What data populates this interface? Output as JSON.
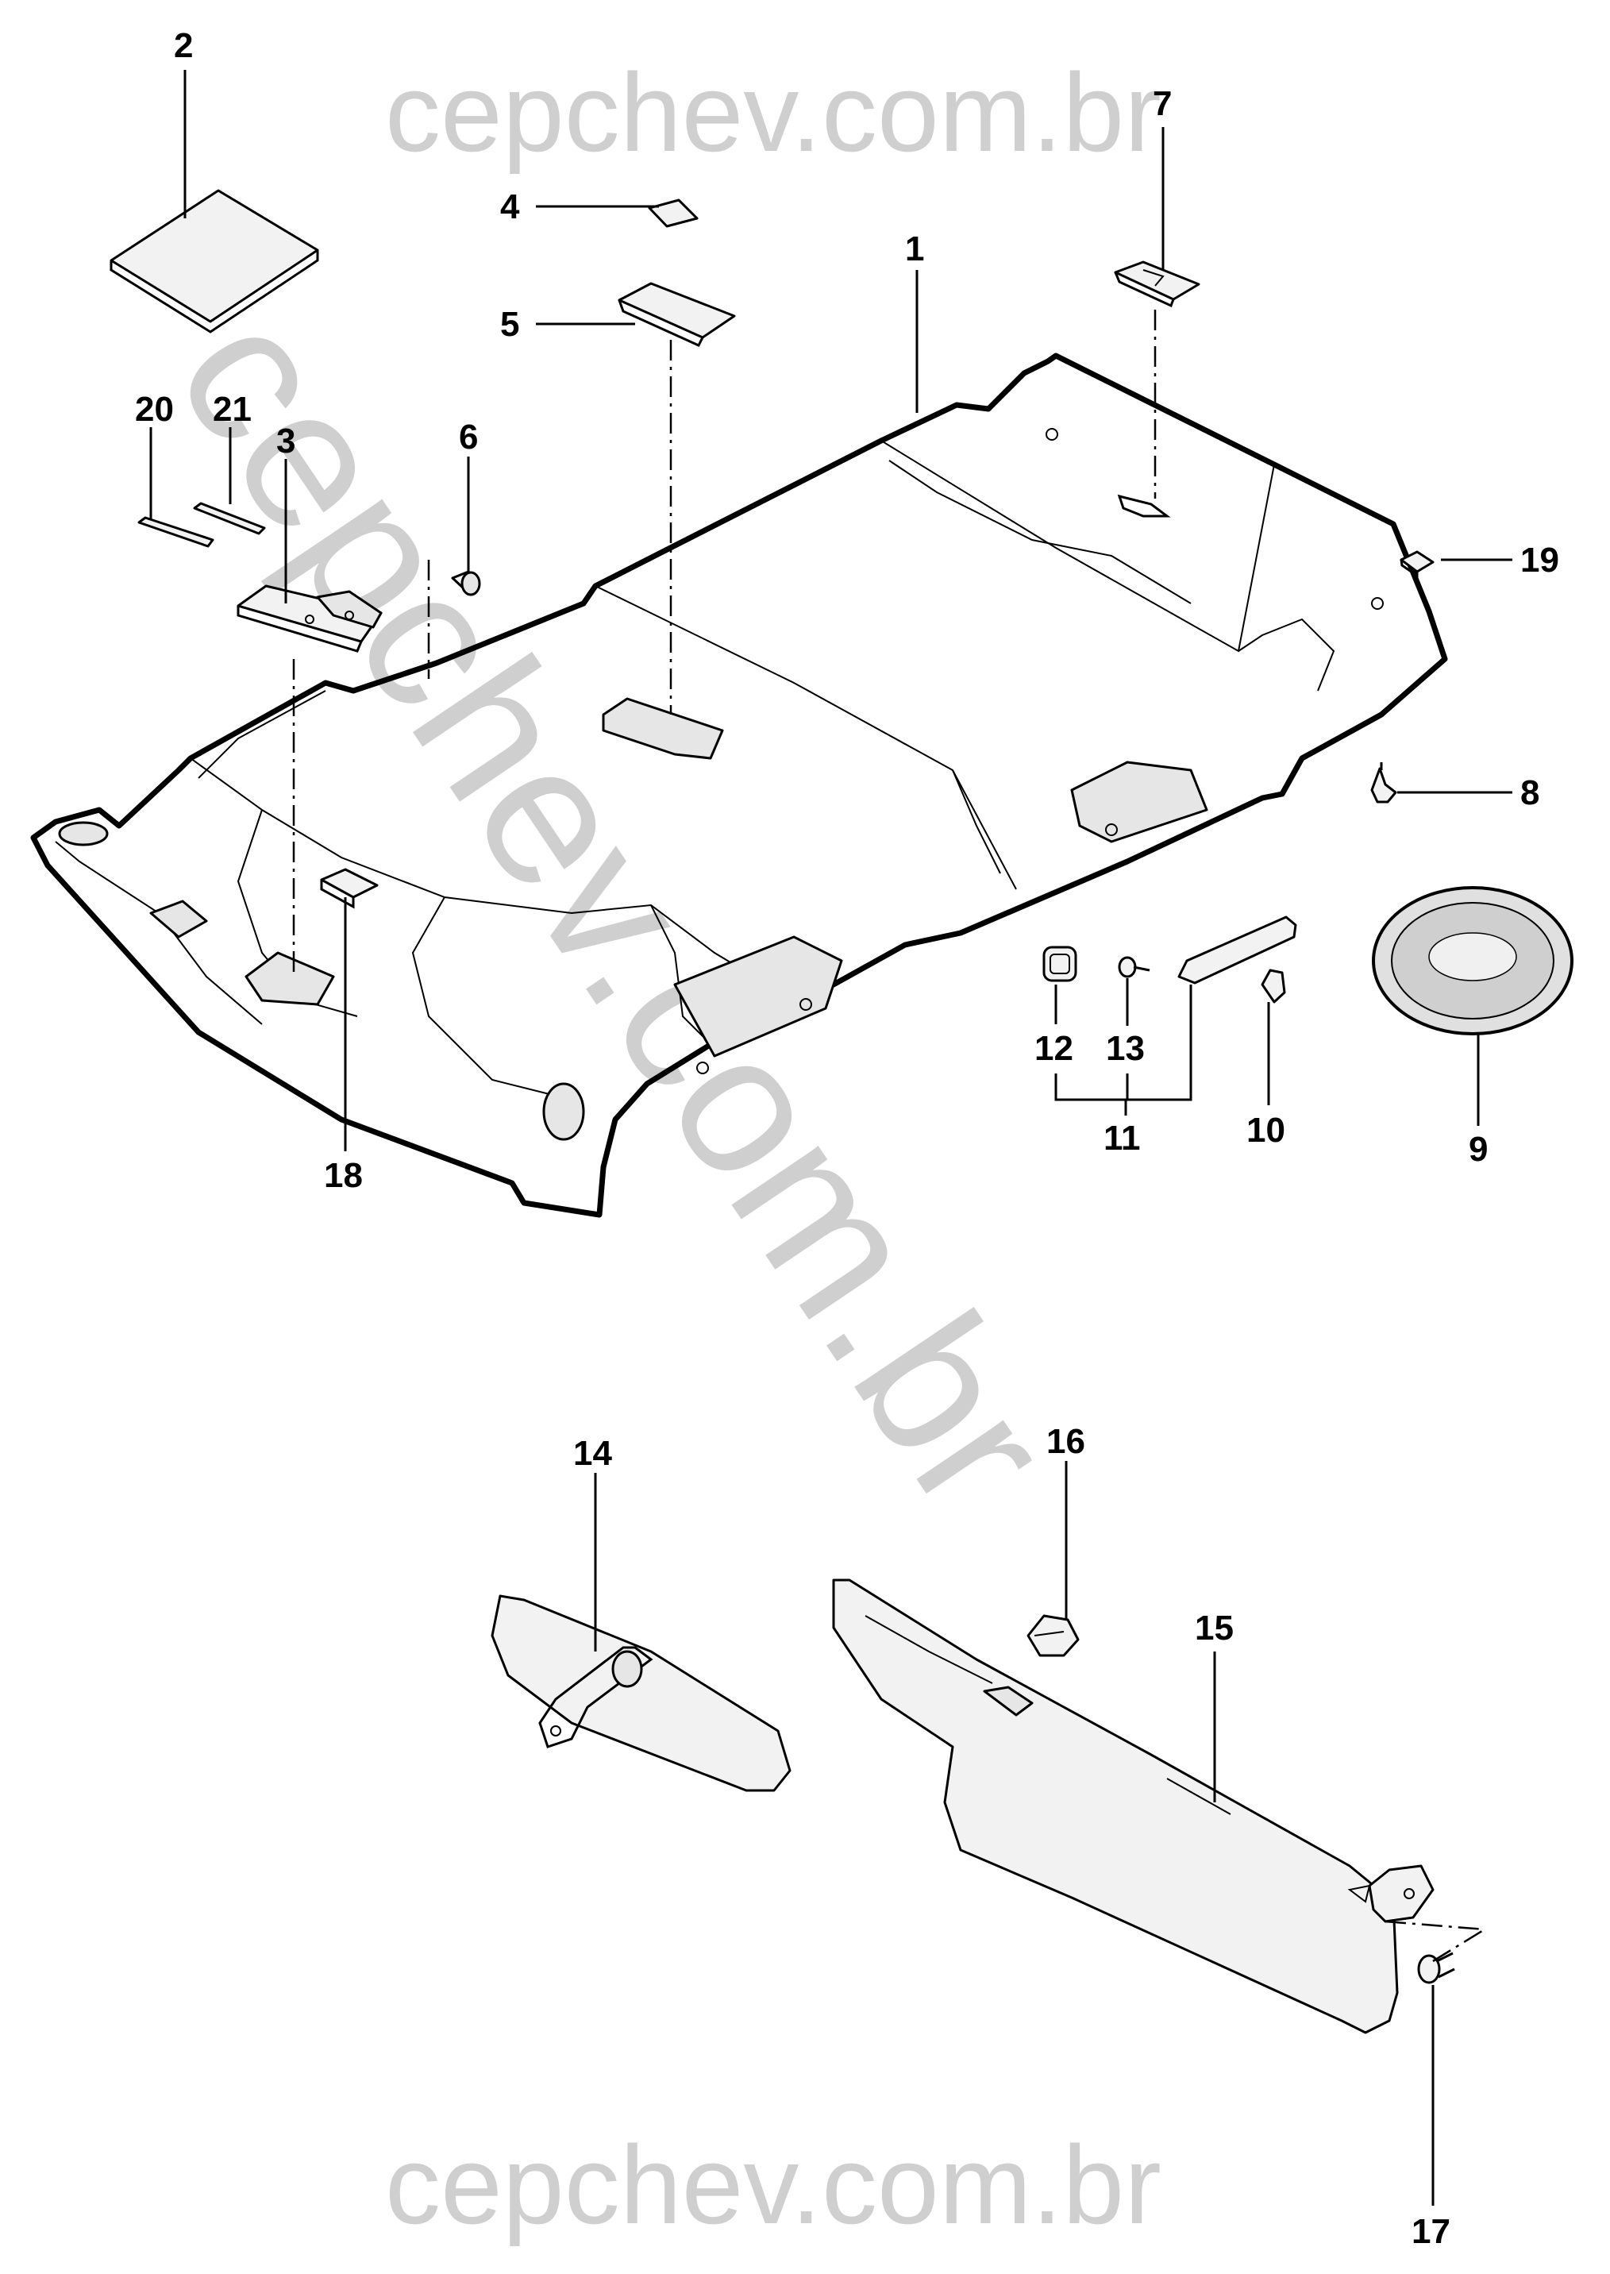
{
  "watermark": {
    "top_text": "cepchev.com.br",
    "diagonal_text": "cepchev.com.br",
    "bottom_text": "cepchev.com.br"
  },
  "callouts": {
    "c1": "1",
    "c2": "2",
    "c3": "3",
    "c4": "4",
    "c5": "5",
    "c6": "6",
    "c7": "7",
    "c8": "8",
    "c9": "9",
    "c10": "10",
    "c11": "11",
    "c12": "12",
    "c13": "13",
    "c14": "14",
    "c15": "15",
    "c16": "16",
    "c17": "17",
    "c18": "18",
    "c19": "19",
    "c20": "20",
    "c21": "21"
  }
}
